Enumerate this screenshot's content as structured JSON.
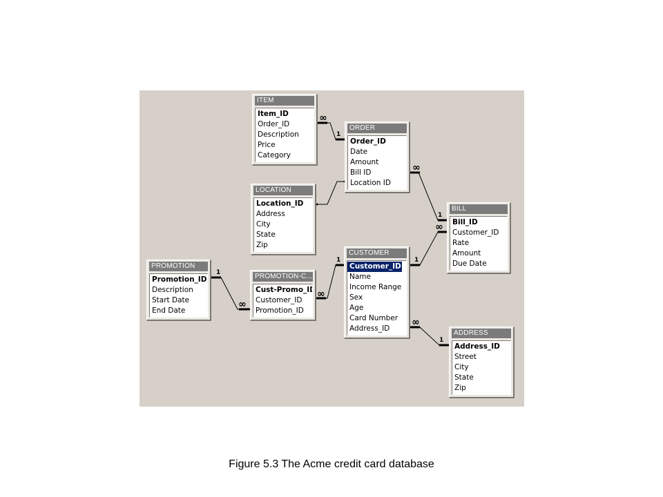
{
  "tables": {
    "item": {
      "title": "ITEM",
      "fields": [
        "Item_ID",
        "Order_ID",
        "Description",
        "Price",
        "Category"
      ]
    },
    "order": {
      "title": "ORDER",
      "fields": [
        "Order_ID",
        "Date",
        "Amount",
        "Bill ID",
        "Location ID"
      ]
    },
    "location": {
      "title": "LOCATION",
      "fields": [
        "Location_ID",
        "Address",
        "City",
        "State",
        "Zip"
      ]
    },
    "bill": {
      "title": "BILL",
      "fields": [
        "Bill_ID",
        "Customer_ID",
        "Rate",
        "Amount",
        "Due Date"
      ]
    },
    "customer": {
      "title": "CUSTOMER",
      "fields": [
        "Customer_ID",
        "Name",
        "Income Range",
        "Sex",
        "Age",
        "Card Number",
        "Address_ID"
      ]
    },
    "promotion": {
      "title": "PROMOTION",
      "fields": [
        "Promotion_ID",
        "Description",
        "Start Date",
        "End Date"
      ]
    },
    "promotion_c": {
      "title": "PROMOTION-C...",
      "fields": [
        "Cust-Promo_ID",
        "Customer_ID",
        "Promotion_ID"
      ]
    },
    "address": {
      "title": "ADDRESS",
      "fields": [
        "Address_ID",
        "Street",
        "City",
        "State",
        "Zip"
      ]
    }
  },
  "cardinality": {
    "one": "1",
    "many": "∞"
  },
  "caption": "Figure 5.3 The Acme credit card database"
}
